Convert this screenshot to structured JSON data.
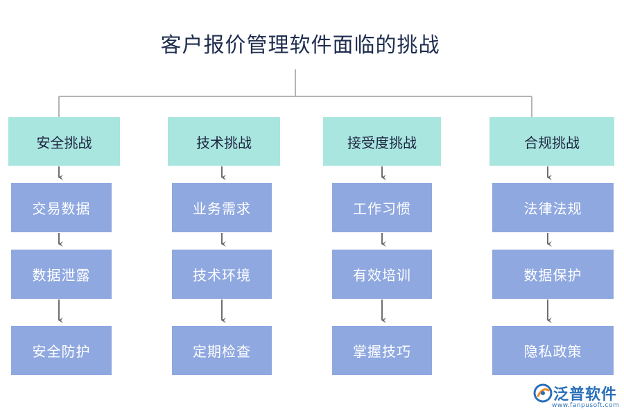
{
  "diagram": {
    "title": "客户报价管理软件面临的挑战",
    "columns": [
      {
        "heading": "安全挑战",
        "items": [
          "交易数据",
          "数据泄露",
          "安全防护"
        ]
      },
      {
        "heading": "技术挑战",
        "items": [
          "业务需求",
          "技术环境",
          "定期检查"
        ]
      },
      {
        "heading": "接受度挑战",
        "items": [
          "工作习惯",
          "有效培训",
          "掌握技巧"
        ]
      },
      {
        "heading": "合规挑战",
        "items": [
          "法律法规",
          "数据保护",
          "隐私政策"
        ]
      }
    ],
    "colors": {
      "heading_box": "#a8e6df",
      "item_box": "#8fa8e0",
      "connector": "#b4b4b4",
      "arrow": "#6e6e6e",
      "title_text": "#1f2d4e"
    }
  },
  "watermark": {
    "mini_logo_text": "泛普",
    "brand_name": "泛普软件",
    "brand_url": "www.fanpusoft.com"
  }
}
